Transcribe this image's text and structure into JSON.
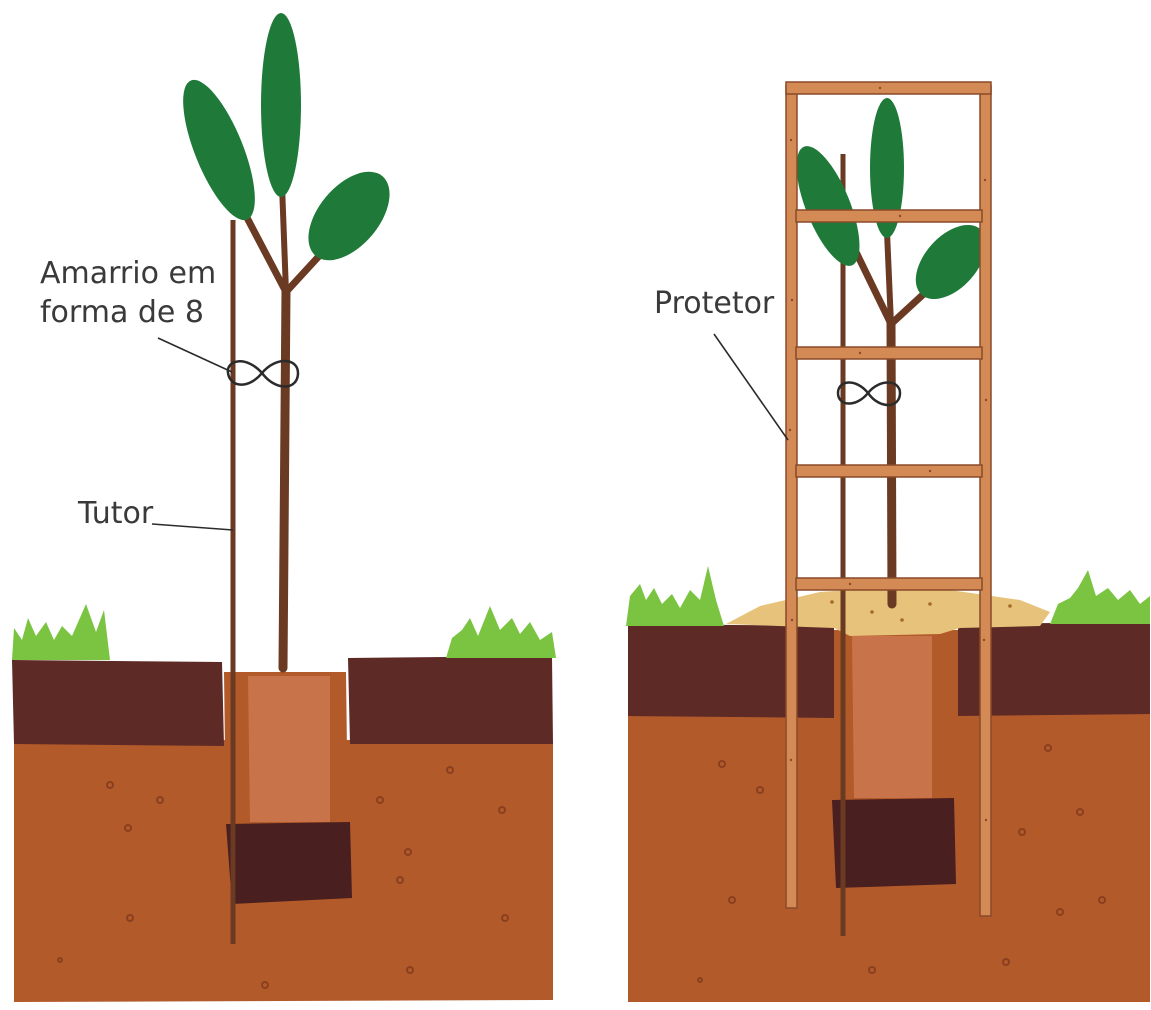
{
  "diagram": {
    "left_panel": {
      "labels": {
        "figure_eight_tie_line1": "Amarrio em",
        "figure_eight_tie_line2": "forma de 8",
        "stake": "Tutor"
      }
    },
    "right_panel": {
      "labels": {
        "protector": "Protetor"
      }
    },
    "colors": {
      "leaf": "#1f7a3a",
      "grass": "#7bc442",
      "stem": "#6b3a23",
      "topsoil": "#5e2a26",
      "subsoil": "#b35a2a",
      "pit_fill": "#c06a40",
      "root_ball": "#4a1f1f",
      "mulch": "#e7c27a",
      "wood": "#d48a55",
      "wood_edge": "#8a4a2a"
    }
  }
}
